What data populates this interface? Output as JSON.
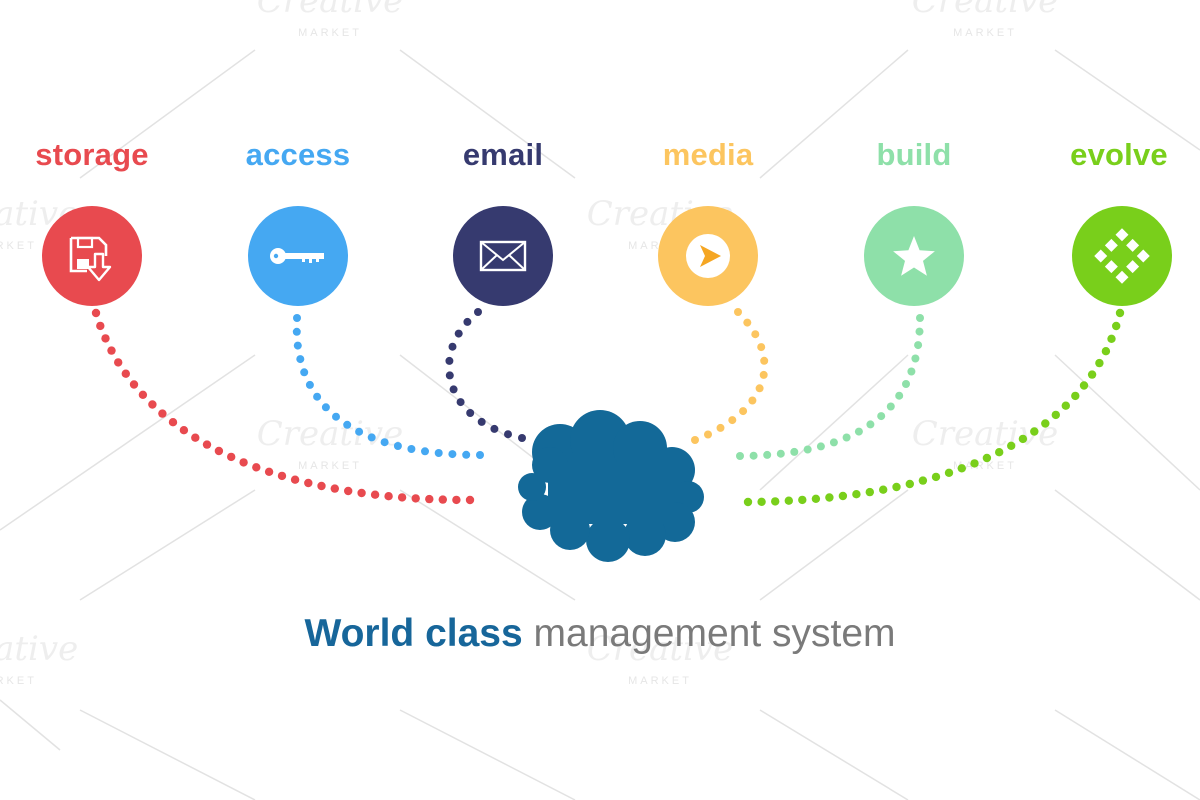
{
  "nodes": [
    {
      "label": "storage",
      "icon": "floppy-download-icon",
      "color": "#e84a4f"
    },
    {
      "label": "access",
      "icon": "key-icon",
      "color": "#45a8f2"
    },
    {
      "label": "email",
      "icon": "envelope-icon",
      "color": "#363a6f"
    },
    {
      "label": "media",
      "icon": "play-icon",
      "color": "#fcc55f"
    },
    {
      "label": "build",
      "icon": "star-icon",
      "color": "#8ee0a9"
    },
    {
      "label": "evolve",
      "icon": "diamond-grid-icon",
      "color": "#79cf1b"
    }
  ],
  "hub": {
    "icon": "cloud-icon",
    "color": "#136998"
  },
  "tagline": {
    "strong": "World class",
    "rest": " management system"
  },
  "watermark": {
    "text": "Creative",
    "sub": "MARKET"
  }
}
